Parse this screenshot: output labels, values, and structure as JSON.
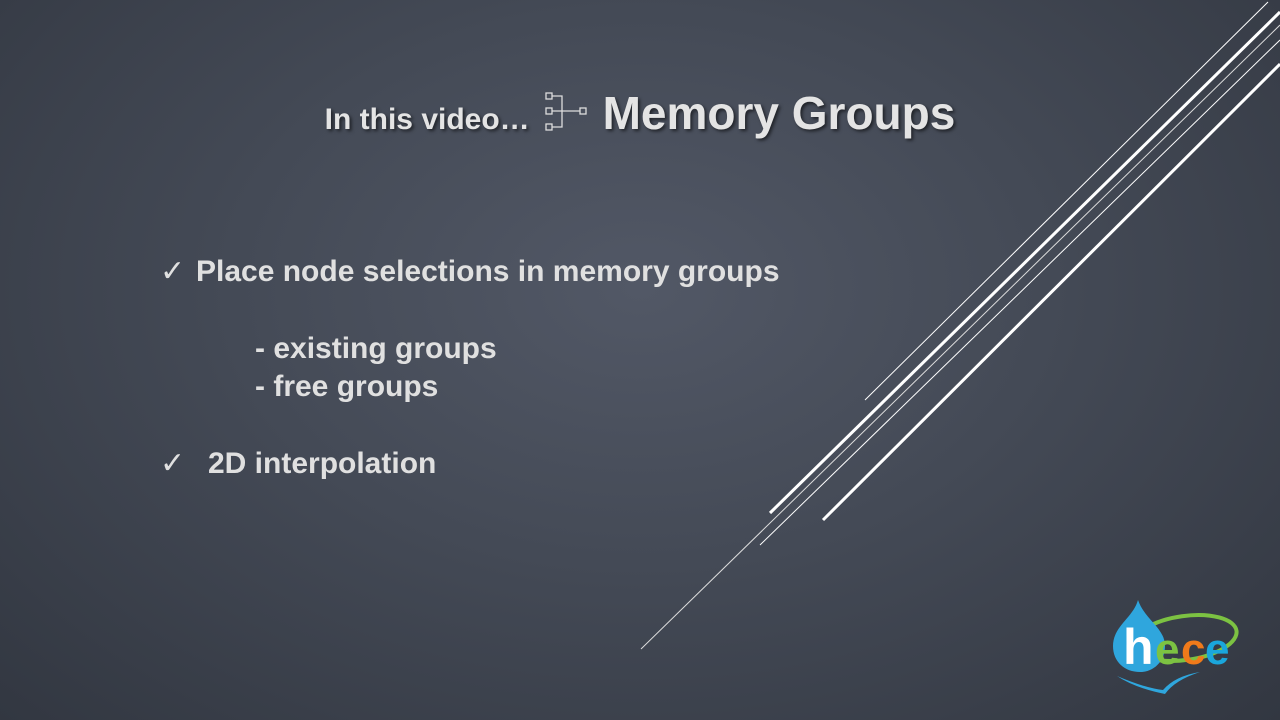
{
  "title": {
    "prefix": "In this video…",
    "main": "Memory Groups",
    "icon": "hierarchy-icon"
  },
  "bullets": [
    {
      "icon": "check",
      "text": "Place node selections in memory groups"
    },
    {
      "text": "- existing groups"
    },
    {
      "text": "- free groups"
    },
    {
      "icon": "check",
      "text": "2D interpolation"
    }
  ],
  "check_glyph": "✓",
  "logo": {
    "text": "hece",
    "colors": {
      "h": "#ffffff",
      "e1": "#7cc242",
      "c": "#f07a1a",
      "e2": "#1aa6dc"
    }
  }
}
